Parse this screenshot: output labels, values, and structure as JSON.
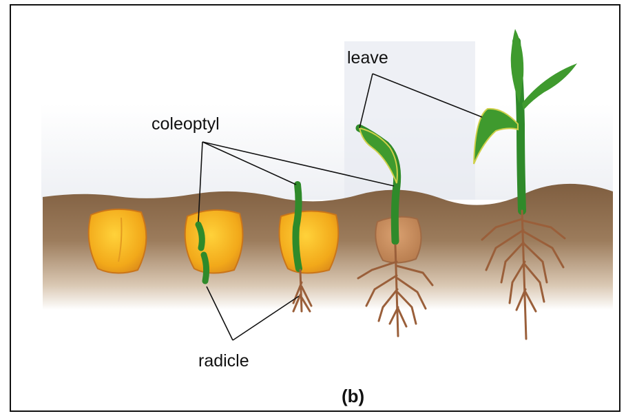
{
  "labels": {
    "leaf": "leave",
    "coleoptile": "coleoptyl",
    "radicle": "radicle",
    "caption": "(b)"
  },
  "colors": {
    "soil": "#8a6a4a",
    "seed": "#f2b21a",
    "shoot": "#2f8a2a",
    "root": "#9a5f3a",
    "pointer_line": "#111111"
  },
  "stages": 5
}
